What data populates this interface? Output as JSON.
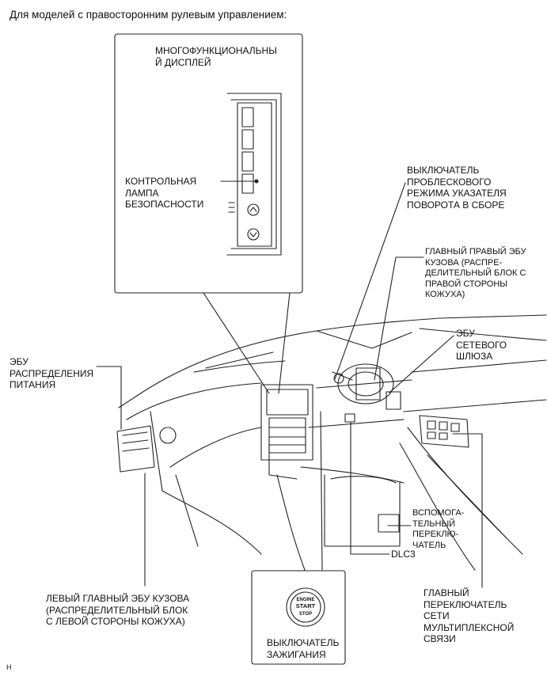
{
  "header": {
    "caption": "Для моделей с правосторонним рулевым управлением:"
  },
  "labels": {
    "multi_display": "МНОГОФУНКЦИОНАЛЬНЫ\nЙ ДИСПЛЕЙ",
    "security_lamp": "КОНТРОЛЬНАЯ\nЛАМПА\nБЕЗОПАСНОСТИ",
    "hazard_switch": "ВЫКЛЮЧАТЕЛЬ\nПРОБЛЕСКОВОГО\nРЕЖИМА УКАЗАТЕЛЯ\nПОВОРОТА В СБОРЕ",
    "right_body_ecu": "ГЛАВНЫЙ ПРАВЫЙ ЭБУ\nКУЗОВА (РАСПРЕ-\nДЕЛИТЕЛЬНЫЙ БЛОК С\nПРАВОЙ СТОРОНЫ\nКОЖУХА)",
    "gateway_ecu": "ЭБУ\nСЕТЕВОГО\nШЛЮЗА",
    "power_dist_ecu": "ЭБУ\nРАСПРЕДЕЛЕНИЯ\nПИТАНИЯ",
    "aux_switch": "ВСПОМОГА-\nТЕЛЬНЫЙ\nПЕРЕКЛЮ-\nЧАТЕЛЬ",
    "dlc3": "DLC3",
    "left_body_ecu": "ЛЕВЫЙ ГЛАВНЫЙ ЭБУ КУЗОВА\n(РАСПРЕДЕЛИТЕЛЬНЫЙ БЛОК\nС ЛЕВОЙ СТОРОНЫ КОЖУХА)",
    "main_multiplex_switch": "ГЛАВНЫЙ\nПЕРЕКЛЮЧАТЕЛЬ\nСЕТИ\nМУЛЬТИПЛЕКСНОЙ\nСВЯЗИ",
    "ignition_switch": "ВЫКЛЮЧАТЕЛЬ\nЗАЖИГАНИЯ"
  },
  "button": {
    "line1": "ENGINE",
    "line2": "START",
    "line3": "STOP"
  },
  "footer": {
    "code": "H"
  }
}
